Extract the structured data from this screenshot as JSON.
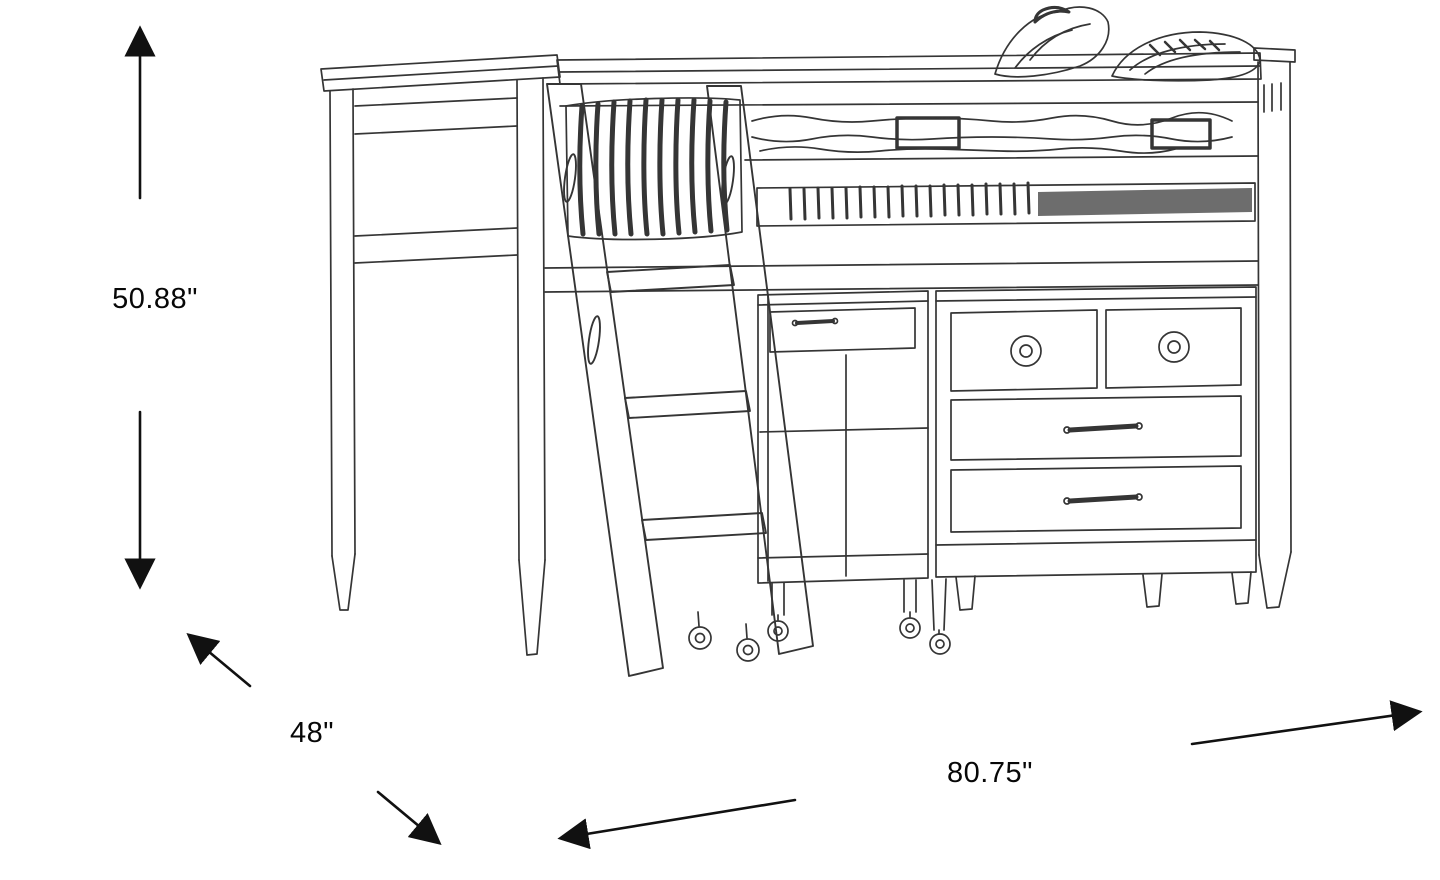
{
  "dimensions": {
    "height_label": "50.88\"",
    "depth_label": "48\"",
    "width_label": "80.75\""
  },
  "colors": {
    "line": "#2b2b2b",
    "arrow": "#111111",
    "background": "#ffffff",
    "label_text": "#070707"
  },
  "subject": {
    "description_labels": []
  }
}
